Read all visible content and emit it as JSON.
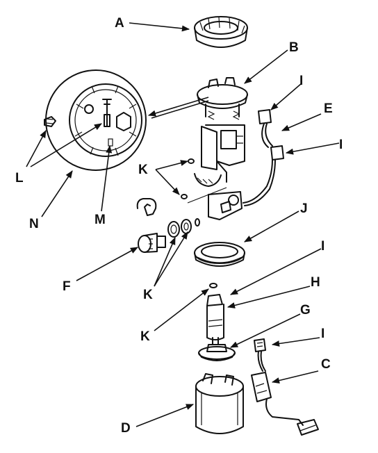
{
  "labels": {
    "A": "A",
    "B": "B",
    "C": "C",
    "D": "D",
    "E": "E",
    "F": "F",
    "G": "G",
    "H": "H",
    "I1": "I",
    "I2": "I",
    "I3": "I",
    "I4": "I",
    "J": "J",
    "K1": "K",
    "K2": "K",
    "K3": "K",
    "L": "L",
    "M": "M",
    "N": "N"
  }
}
